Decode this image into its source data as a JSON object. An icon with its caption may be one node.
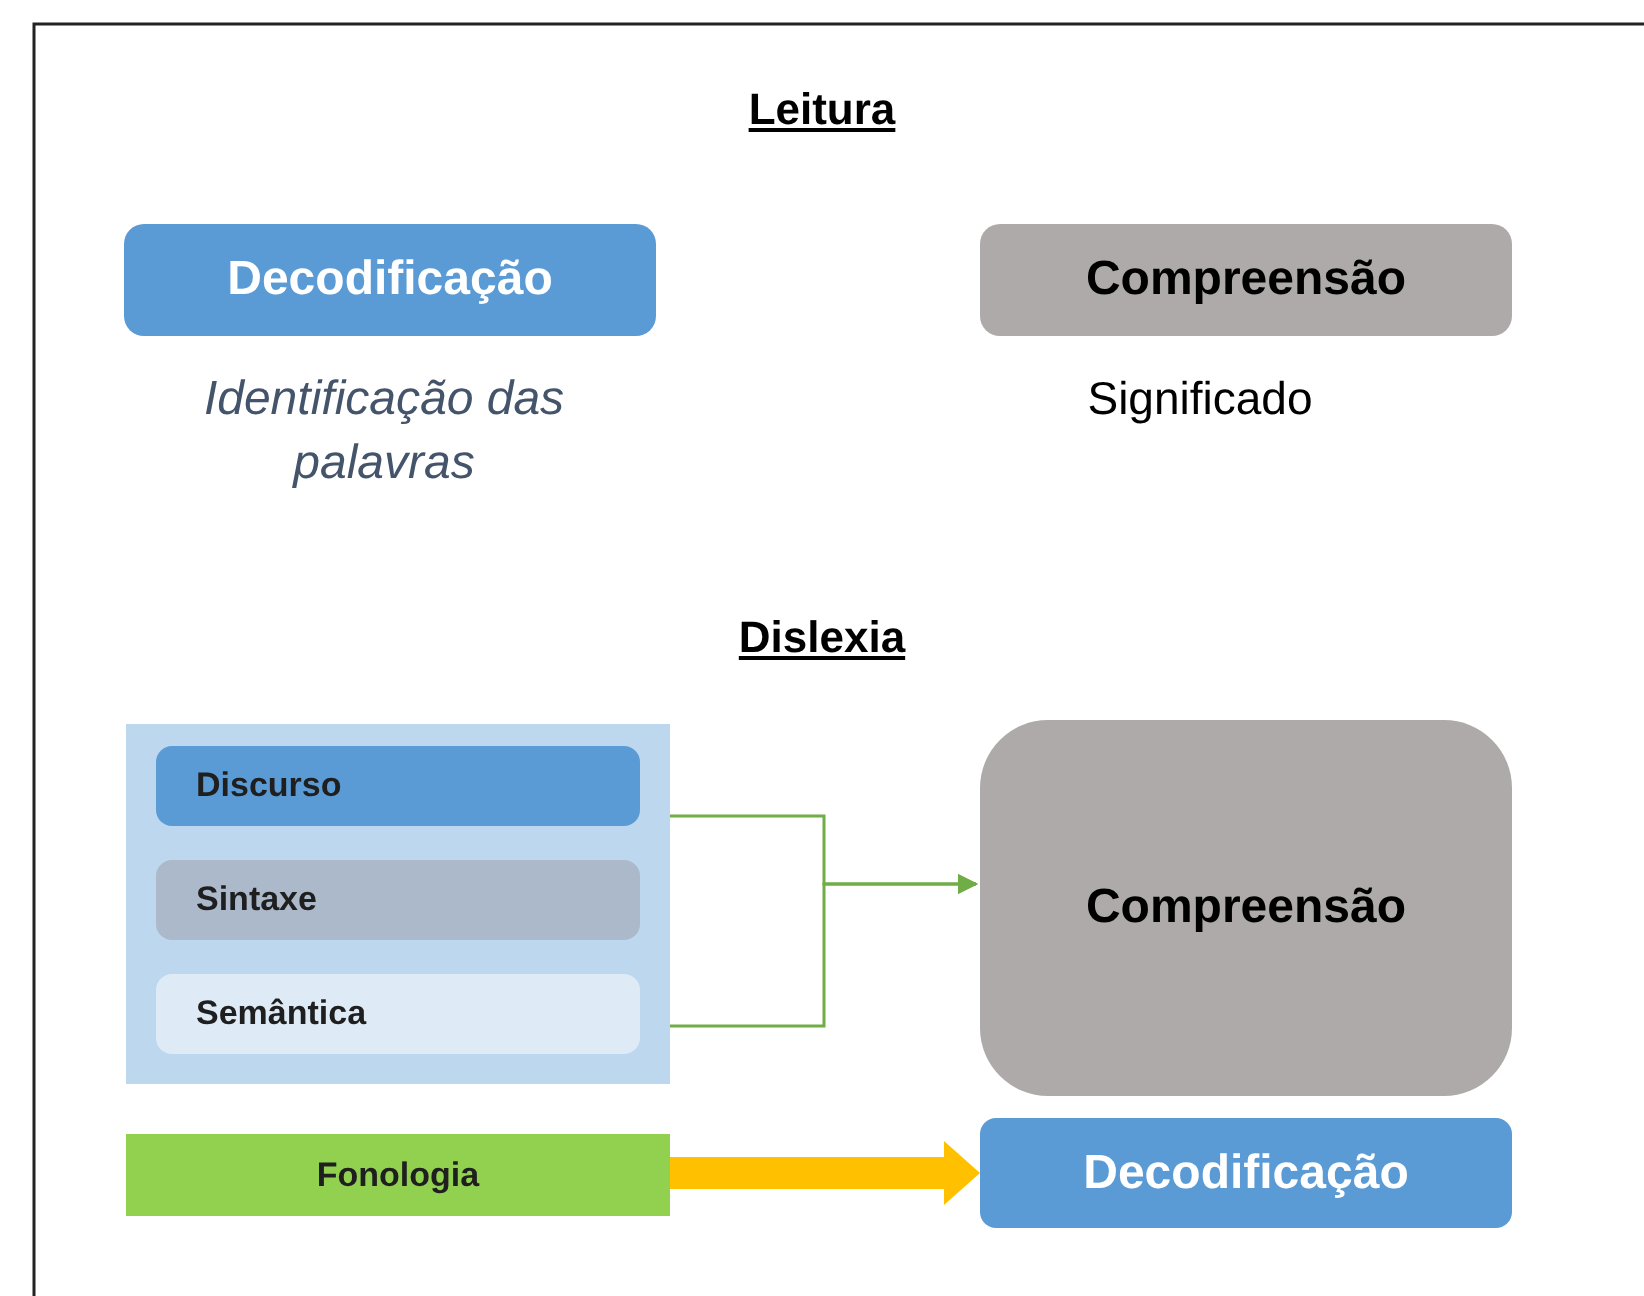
{
  "diagram": {
    "nodes": [
      {
        "text": [
          "Decodificação"
        ],
        "beside": [
          "Identificação das palavras"
        ]
      },
      {
        "text": [
          "Compreensão"
        ],
        "beside": [
          "Significado"
        ]
      },
      {
        "text": [],
        "shape": "box"
      },
      {
        "text": [
          "Discurso"
        ],
        "in": 2
      },
      {
        "text": [
          "Sintaxe"
        ],
        "in": 2
      },
      {
        "text": [
          "Semântica"
        ],
        "in": 2
      },
      {
        "text": [
          "Compreensão"
        ]
      },
      {
        "text": [
          "Fonologia"
        ]
      },
      {
        "text": [
          "Decodificação"
        ]
      }
    ],
    "edges": [
      {
        "from": 3,
        "to": 6,
        "arrow": "to",
        "color": "#70ad47"
      },
      {
        "from": 5,
        "to": 6,
        "arrow": "to",
        "color": "#70ad47"
      },
      {
        "from": 7,
        "to": 8,
        "arrow": "to",
        "style": "thick",
        "color": "#ffc000"
      }
    ],
    "labels": [
      "Leitura",
      "Dislexia"
    ]
  }
}
